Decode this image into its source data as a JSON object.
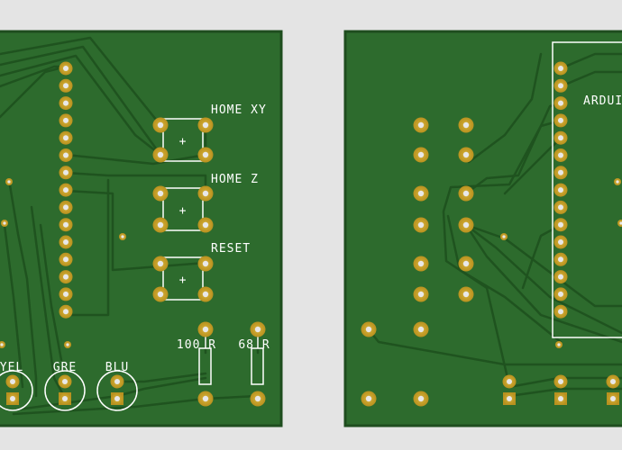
{
  "colors": {
    "background": "#e4e4e4",
    "board": "#2d6b2d",
    "board_edge": "#1e4d1e",
    "trace": "#1f531f",
    "pad": "#c9a227",
    "hole": "#e8e8e8",
    "silkscreen": "#ffffff"
  },
  "left_board": {
    "buttons": [
      {
        "label": "HOME XY",
        "plus": "+"
      },
      {
        "label": "HOME Z",
        "plus": "+"
      },
      {
        "label": "RESET",
        "plus": "+"
      }
    ],
    "resistors": [
      {
        "label": "100 R"
      },
      {
        "label": "68 R"
      }
    ],
    "leds": [
      {
        "label": "YEL"
      },
      {
        "label": "GRE"
      },
      {
        "label": "BLU"
      }
    ]
  },
  "right_board": {
    "module_label": "ARDUI"
  }
}
